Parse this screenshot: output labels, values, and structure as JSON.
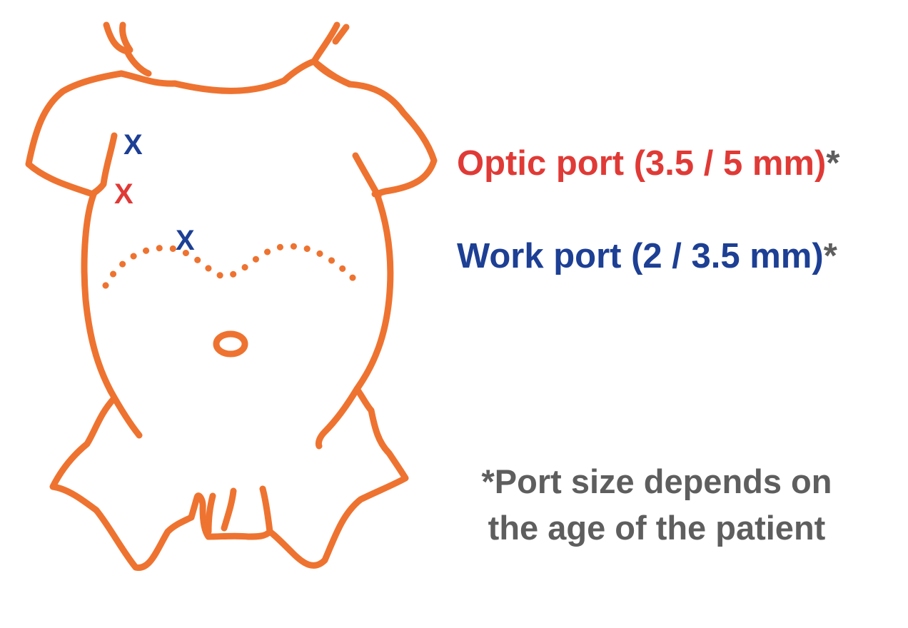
{
  "colors": {
    "outline": "#EE7330",
    "optic": "#E03A36",
    "work": "#1D3F94",
    "footnote": "#5E5E5E",
    "background": "#FFFFFF"
  },
  "ports": {
    "mark_symbol": "X",
    "marks": [
      {
        "type": "work",
        "label": "X"
      },
      {
        "type": "optic",
        "label": "X"
      },
      {
        "type": "work",
        "label": "X"
      }
    ]
  },
  "legend": {
    "optic_text": "Optic port (3.5 / 5 mm)",
    "work_text": "Work port (2 / 3.5 mm)",
    "asterisk": "*"
  },
  "footnote": {
    "line1": "*Port size depends on",
    "line2": "the age of the patient"
  }
}
